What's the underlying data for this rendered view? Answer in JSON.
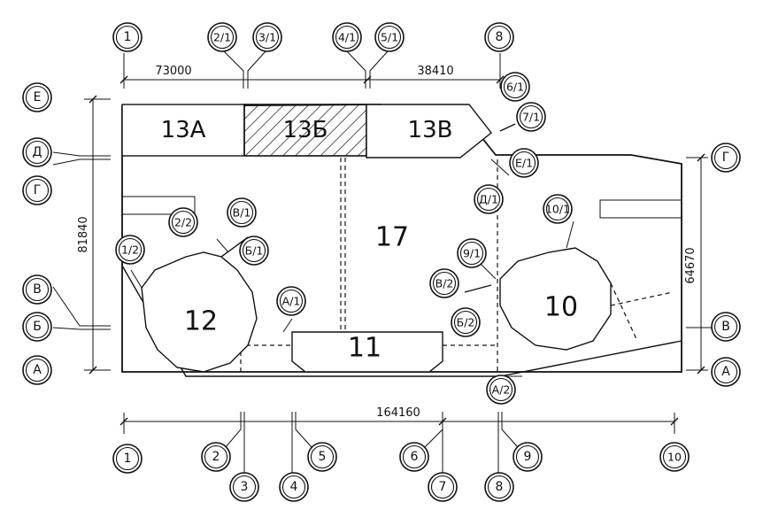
{
  "rooms": {
    "r13a": "13А",
    "r13b": "13Б",
    "r13v": "13В",
    "r17": "17",
    "r12": "12",
    "r11": "11",
    "r10": "10"
  },
  "dimensions": {
    "top_left": "73000",
    "top_right": "38410",
    "bottom": "164160",
    "left": "81840",
    "right": "64670"
  },
  "axes": {
    "top": [
      "1",
      "2/1",
      "3/1",
      "4/1",
      "5/1",
      "8"
    ],
    "upper_right": [
      "6/1",
      "7/1",
      "Е/1"
    ],
    "left": [
      "Е",
      "Д",
      "Г",
      "В",
      "Б",
      "А"
    ],
    "right": [
      "Г",
      "В",
      "А"
    ],
    "interior": [
      "Д/1",
      "10/1",
      "9/1",
      "В/2",
      "Б/2",
      "А/2",
      "2/2",
      "В/1",
      "Б/1",
      "1/2",
      "А/1"
    ],
    "bottom_upper": [
      "1",
      "2",
      "5",
      "6",
      "9",
      "10"
    ],
    "bottom_lower": [
      "3",
      "4",
      "7",
      "8"
    ]
  }
}
